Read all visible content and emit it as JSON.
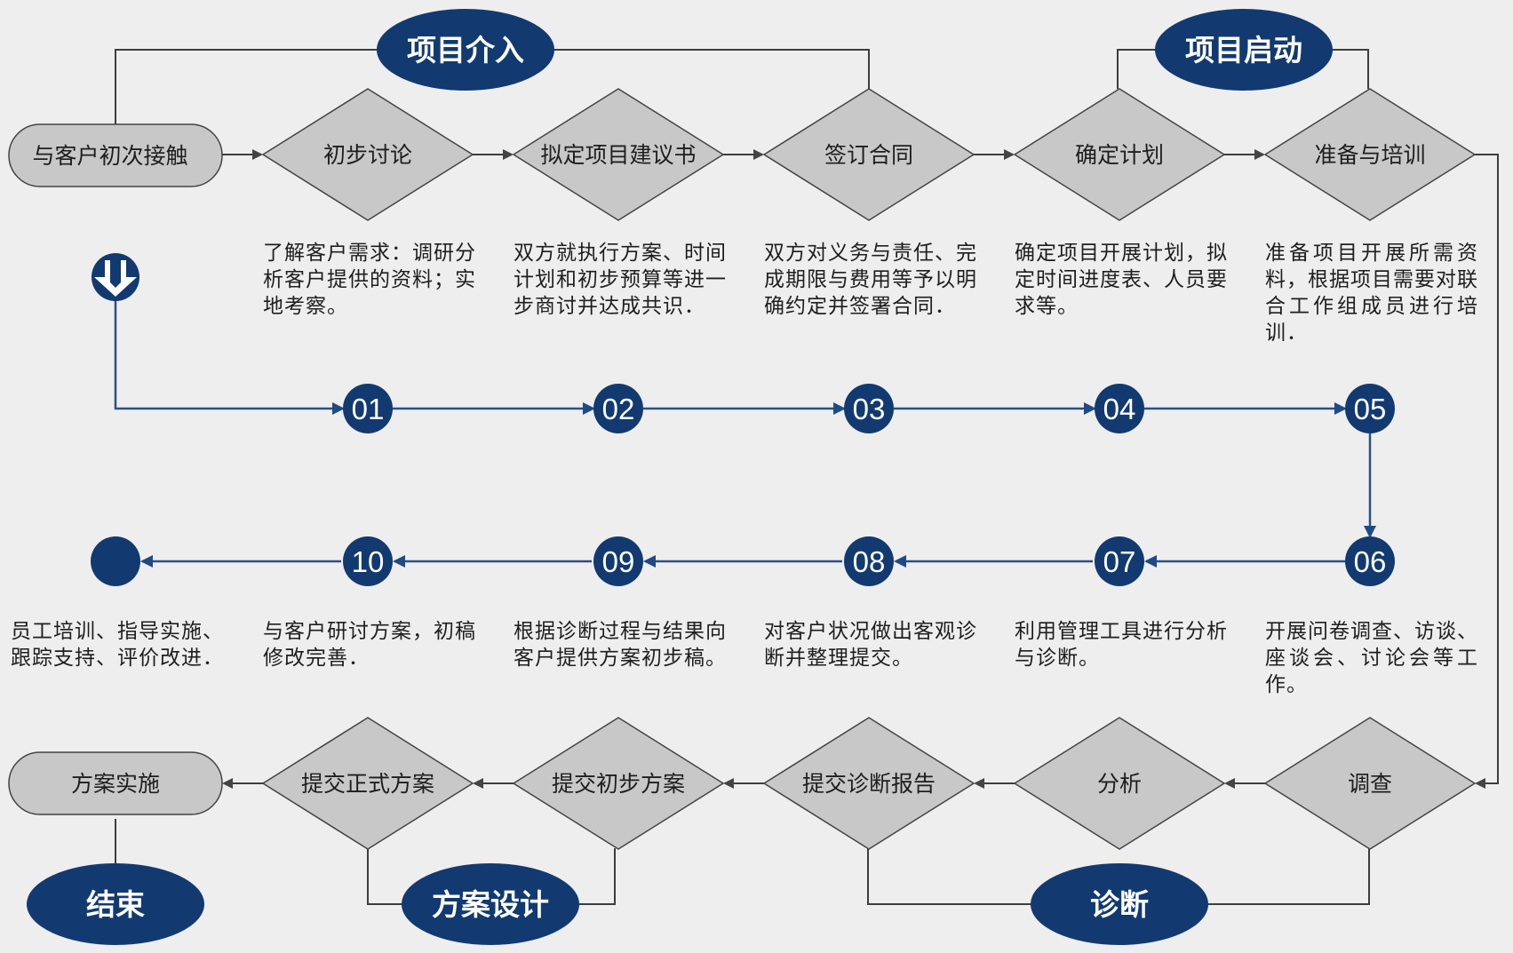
{
  "phases": {
    "intro": "项目介入",
    "start": "项目启动",
    "end": "结束",
    "design": "方案设计",
    "diagnosis": "诊断"
  },
  "top_row": {
    "first_contact": "与客户初次接触",
    "steps": [
      "初步讨论",
      "拟定项目建议书",
      "签订合同",
      "确定计划",
      "准备与培训"
    ]
  },
  "top_descriptions": [
    "了解客户需求：调研分析客户提供的资料；实地考察。",
    "双方就执行方案、时间计划和初步预算等进一步商讨并达成共识．",
    "双方对义务与责任、完成期限与费用等予以明确约定并签署合同．",
    "确定项目开展计划，拟定时间进度表、人员要求等。",
    "准备项目开展所需资料，根据项目需要对联合工作组成员进行培训．"
  ],
  "numbers_top": [
    "01",
    "02",
    "03",
    "04",
    "05"
  ],
  "numbers_bottom": [
    "06",
    "07",
    "08",
    "09",
    "10"
  ],
  "bottom_descriptions": [
    "开展问卷调查、访谈、座谈会、讨论会等工作。",
    "利用管理工具进行分析与诊断。",
    "对客户状况做出客观诊断并整理提交。",
    "根据诊断过程与结果向客户提供方案初步稿。",
    "与客户研讨方案，初稿修改完善．",
    "员工培训、指导实施、跟踪支持、评价改进．"
  ],
  "bottom_row": {
    "steps": [
      "调查",
      "分析",
      "提交诊断报告",
      "提交初步方案",
      "提交正式方案"
    ],
    "implementation": "方案实施"
  },
  "colors": {
    "navy": "#123a70",
    "line_blue": "#2c4f85",
    "gray_fill": "#c8c8c8",
    "background": "#eeeeee"
  }
}
